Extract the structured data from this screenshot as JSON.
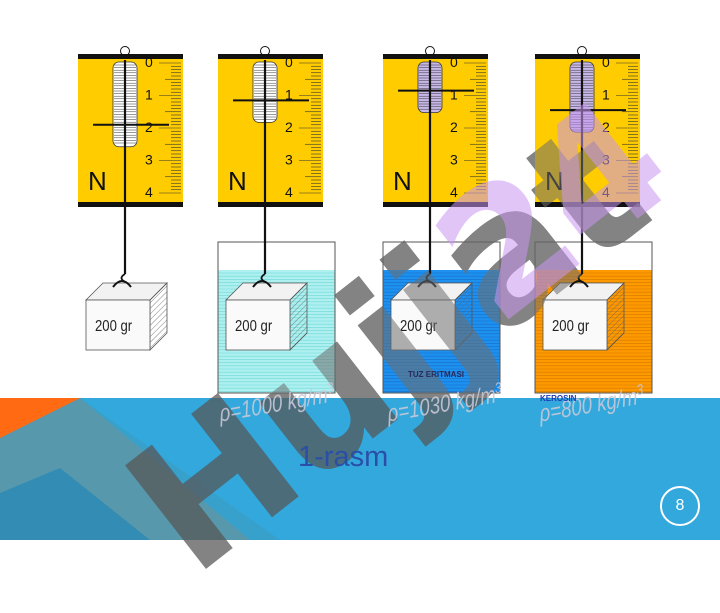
{
  "spring_scales": [
    {
      "unit": "N",
      "ticks": [
        "0",
        "1",
        "2",
        "3",
        "4"
      ],
      "spring_color": "#ffffff",
      "reading": 1.9
    },
    {
      "unit": "N",
      "ticks": [
        "0",
        "1",
        "2",
        "3",
        "4"
      ],
      "spring_color": "#ffffff",
      "reading": 1.15
    },
    {
      "unit": "N",
      "ticks": [
        "0",
        "1",
        "2",
        "3",
        "4"
      ],
      "spring_color": "#c8b8e8",
      "reading": 0.85
    },
    {
      "unit": "N",
      "ticks": [
        "0",
        "1",
        "2",
        "3",
        "4"
      ],
      "spring_color": "#c8b8e8",
      "reading": 1.45
    }
  ],
  "weights": [
    {
      "label": "200 gr"
    },
    {
      "label": "200 gr"
    },
    {
      "label": "200 gr"
    },
    {
      "label": "200 gr"
    }
  ],
  "beakers": [
    {
      "liquid_color": "#aef0f0",
      "line_color": "#6fd6d6",
      "liquid_label": "",
      "density": "ρ=1000 kg/m",
      "density_exp": "3"
    },
    {
      "liquid_color": "#1e90f0",
      "line_color": "#1670c8",
      "liquid_label": "TUZ  ERITMASI",
      "density": "ρ=1030 kg/m",
      "density_exp": "3"
    },
    {
      "liquid_color": "#ff9900",
      "line_color": "#d07a00",
      "liquid_label": "KEROSIN",
      "density": "ρ=800 kg/m",
      "density_exp": "3"
    }
  ],
  "watermark": {
    "letters": "Hujjat",
    "digits": "24"
  },
  "caption": "1-rasm",
  "slide_number": "8",
  "colors": {
    "scale_yellow": "#ffcc00",
    "band_blue": "#2a9fd6",
    "band_orange": "#ff6a13"
  }
}
